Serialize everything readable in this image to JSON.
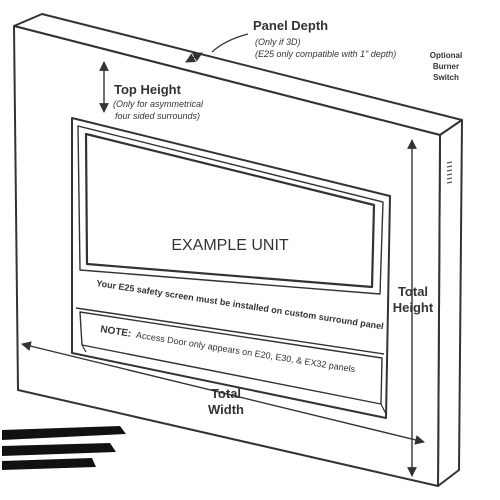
{
  "labels": {
    "panel_depth": {
      "title": "Panel Depth",
      "note1": "(Only if 3D)",
      "note2": "(E25 only compatible with 1\" depth)"
    },
    "optional_switch": {
      "line1": "Optional",
      "line2": "Burner",
      "line3": "Switch"
    },
    "top_height": {
      "title": "Top Height",
      "note1": "(Only for asymmetrical",
      "note2": "four sided surrounds)"
    },
    "example_unit": "EXAMPLE UNIT",
    "safety_note": {
      "line1": "Your E25 safety screen must be installed on custom surround panel"
    },
    "access_note": {
      "bold": "NOTE:",
      "rest": "Access Door only appears on E20, E30, & EX32 panels"
    },
    "total_height": {
      "line1": "Total",
      "line2": "Height"
    },
    "total_width": {
      "line1": "Total",
      "line2": "Width"
    }
  },
  "colors": {
    "line": "#333333",
    "fill": "#ffffff",
    "redaction": "#111111"
  }
}
